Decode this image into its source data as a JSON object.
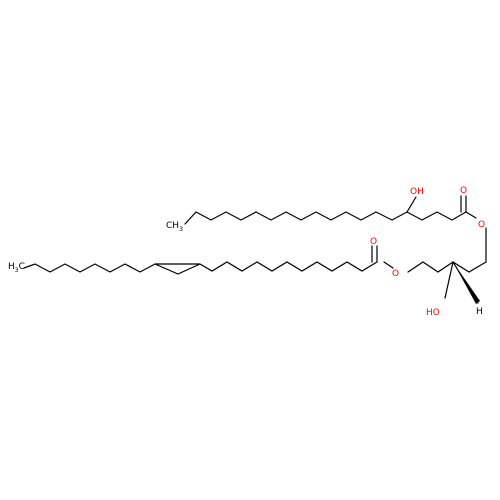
{
  "molecule": {
    "atoms": {
      "ch3_top": {
        "text": "CH",
        "sub": "3",
        "color": "#000000"
      },
      "ch3_left": {
        "text": "H",
        "sub": "3",
        "tail": "C",
        "color": "#000000"
      },
      "oh_top": {
        "text": "OH",
        "color": "#ff0000"
      },
      "o_carbonyl_top": {
        "text": "O",
        "color": "#ff0000"
      },
      "o_ester_right": {
        "text": "O",
        "color": "#ff0000"
      },
      "o_carbonyl_left": {
        "text": "O",
        "color": "#ff0000"
      },
      "o_ester_mid": {
        "text": "O",
        "color": "#ff0000"
      },
      "ho_bottom": {
        "text": "HO",
        "color": "#ff0000"
      },
      "h_stereo": {
        "text": "H",
        "color": "#000000"
      }
    },
    "colors": {
      "bond": "#000000",
      "heteroatom": "#ff0000",
      "background": "#ffffff"
    }
  }
}
